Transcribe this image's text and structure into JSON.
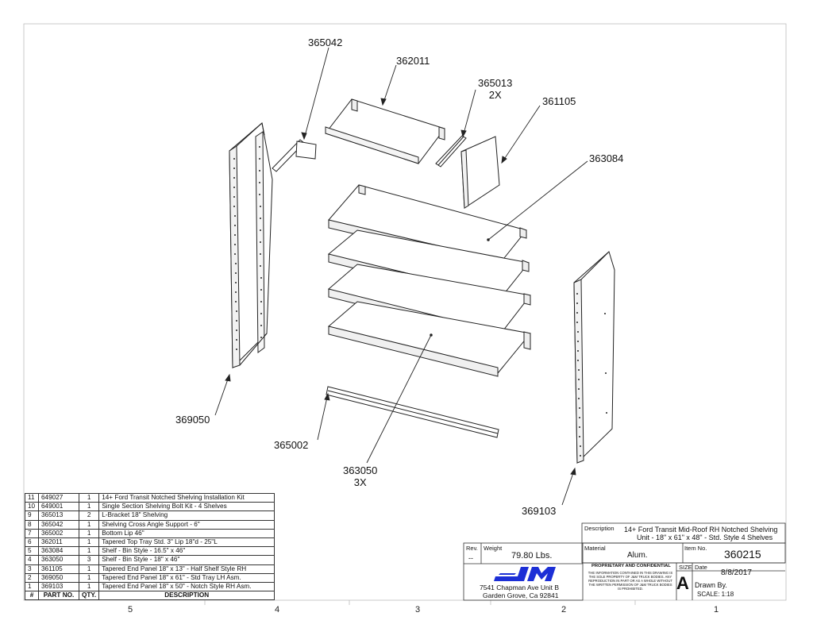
{
  "callouts": {
    "c365042": "365042",
    "c362011": "362011",
    "c365013": "365013",
    "c365013_qty": "2X",
    "c361105": "361105",
    "c363084": "363084",
    "c369050": "369050",
    "c365002": "365002",
    "c363050": "363050",
    "c363050_qty": "3X",
    "c369103": "369103"
  },
  "zones": [
    "5",
    "4",
    "3",
    "2",
    "1"
  ],
  "bom": {
    "header": {
      "item": "#",
      "part_no": "PART NO.",
      "qty": "QTY.",
      "description": "DESCRIPTION"
    },
    "rows": [
      {
        "item": "11",
        "part_no": "649027",
        "qty": "1",
        "description": "14+ Ford Transit Notched Shelving Installation Kit"
      },
      {
        "item": "10",
        "part_no": "649001",
        "qty": "1",
        "description": "Single Section Shelving Bolt Kit - 4 Shelves"
      },
      {
        "item": "9",
        "part_no": "365013",
        "qty": "2",
        "description": "L-Bracket 18\" Shelving"
      },
      {
        "item": "8",
        "part_no": "365042",
        "qty": "1",
        "description": "Shelving Cross Angle Support - 6\""
      },
      {
        "item": "7",
        "part_no": "365002",
        "qty": "1",
        "description": "Bottom Lip 46\""
      },
      {
        "item": "6",
        "part_no": "362011",
        "qty": "1",
        "description": "Tapered Top Tray Std. 3\" Lip 18\"d - 25\"L"
      },
      {
        "item": "5",
        "part_no": "363084",
        "qty": "1",
        "description": "Shelf - Bin Style - 16.5\" x 46\""
      },
      {
        "item": "4",
        "part_no": "363050",
        "qty": "3",
        "description": "Shelf - Bin Style - 18\" x 46\""
      },
      {
        "item": "3",
        "part_no": "361105",
        "qty": "1",
        "description": "Tapered End Panel 18\" x 13\" - Half Shelf Style RH"
      },
      {
        "item": "2",
        "part_no": "369050",
        "qty": "1",
        "description": "Tapered End Panel 18\" x 61\" - Std Tray LH Asm."
      },
      {
        "item": "1",
        "part_no": "369103",
        "qty": "1",
        "description": "Tapered End Panel 18\" x 50\" - Notch Style RH Asm."
      }
    ]
  },
  "title_block": {
    "description_label": "Description",
    "description_line1": "14+ Ford Transit Mid-Roof RH Notched Shelving",
    "description_line2": "Unit - 18\" x 61\" x 48\" - Std. Style 4 Shelves",
    "rev_label": "Rev.",
    "rev_value": "--",
    "weight_label": "Weight",
    "weight_value": "79.80 Lbs.",
    "material_label": "Material",
    "material_value": "Alum.",
    "item_no_label": "Item No.",
    "item_no_value": "360215",
    "proprietary_title": "PROPRIETARY AND CONFIDENTIAL",
    "proprietary_text": "THE INFORMATION CONTAINED IN THIS DRAWING IS THE SOLE PROPERTY OF J&M TRUCK BODIES. ANY REPRODUCTION IN PART OR AS A WHOLE WITHOUT THE WRITTEN PERMISSION OF J&M TRUCK BODIES IS PROHIBITED.",
    "size_label": "SIZE",
    "size_value": "A",
    "date_label": "Date",
    "date_value": "8/8/2017",
    "drawn_by_label": "Drawn By.",
    "scale_label": "SCALE: 1:18",
    "logo_text": "JM",
    "address_line1": "7541 Chapman Ave Unit B",
    "address_line2": "Garden Grove, Ca 92841"
  },
  "colors": {
    "line": "#222222",
    "logo_blue": "#1c2fd6"
  }
}
